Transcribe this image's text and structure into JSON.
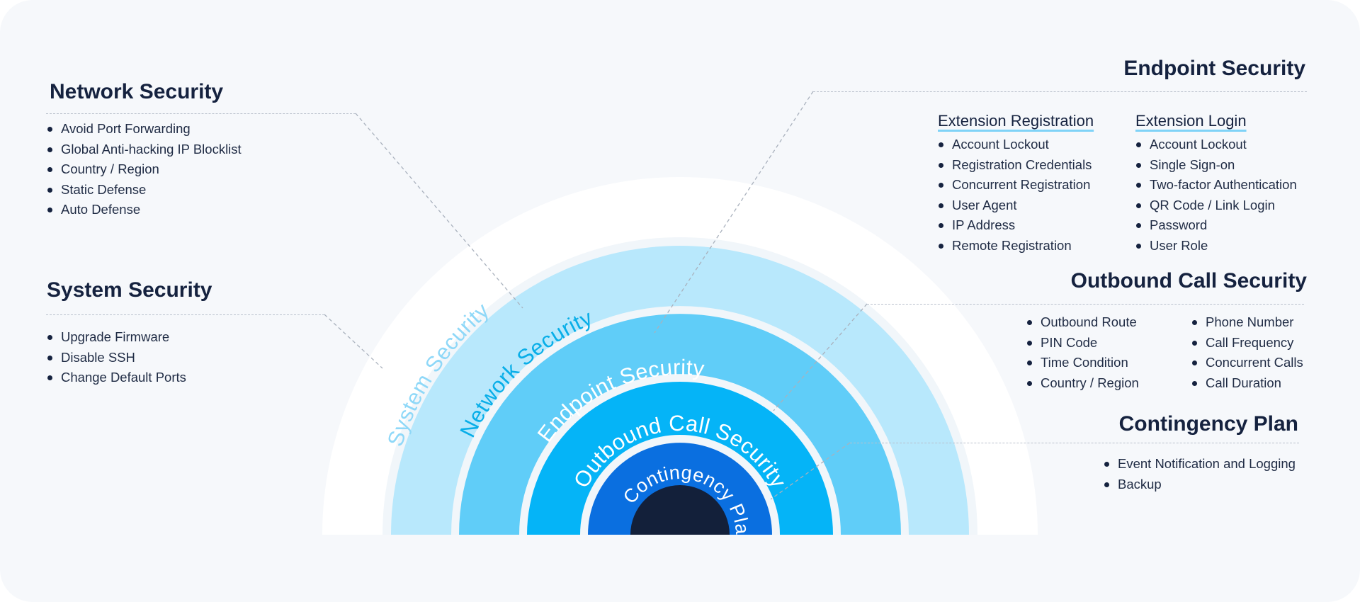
{
  "rings": [
    {
      "label": "System Security",
      "fill": "#ffffff",
      "text_color": "#8fd8f8"
    },
    {
      "label": "Network Security",
      "fill": "#b8e8fc",
      "text_color": "#08aee8"
    },
    {
      "label": "Endpoint Security",
      "fill": "#60cdf8",
      "text_color": "#ffffff"
    },
    {
      "label": "Outbound Call Security",
      "fill": "#05b4f7",
      "text_color": "#ffffff"
    },
    {
      "label": "Contingency Plan",
      "fill": "#0a6fe0",
      "text_color": "#ffffff"
    }
  ],
  "core_color": "#13203a",
  "network_security": {
    "title": "Network Security",
    "items": [
      "Avoid Port Forwarding",
      "Global Anti-hacking IP Blocklist",
      "Country / Region",
      "Static Defense",
      "Auto Defense"
    ]
  },
  "system_security": {
    "title": "System Security",
    "items": [
      "Upgrade Firmware",
      "Disable SSH",
      "Change Default Ports"
    ]
  },
  "endpoint_security": {
    "title": "Endpoint Security",
    "extension_registration": {
      "title": "Extension Registration",
      "items": [
        "Account Lockout",
        "Registration Credentials",
        "Concurrent Registration",
        "User Agent",
        "IP Address",
        "Remote Registration"
      ]
    },
    "extension_login": {
      "title": "Extension Login",
      "items": [
        "Account Lockout",
        "Single Sign-on",
        "Two-factor Authentication",
        "QR Code / Link Login",
        "Password",
        "User Role"
      ]
    }
  },
  "outbound_call_security": {
    "title": "Outbound Call Security",
    "items_left": [
      "Outbound Route",
      "PIN Code",
      "Time Condition",
      "Country / Region"
    ],
    "items_right": [
      "Phone Number",
      "Call Frequency",
      "Concurrent Calls",
      "Call Duration"
    ]
  },
  "contingency_plan": {
    "title": "Contingency Plan",
    "items": [
      "Event Notification and Logging",
      "Backup"
    ]
  }
}
